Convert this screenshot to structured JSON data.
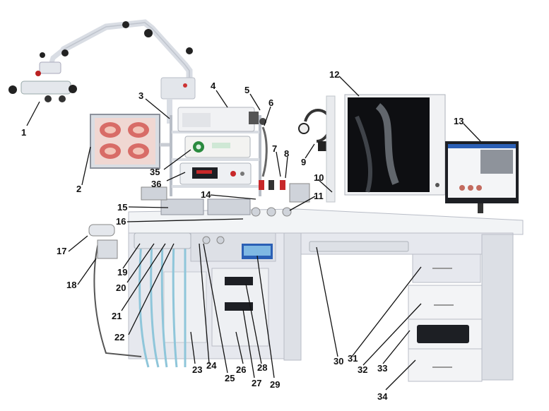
{
  "labels": [
    {
      "id": "1",
      "text": "1"
    },
    {
      "id": "2",
      "text": "2"
    },
    {
      "id": "3",
      "text": "3"
    },
    {
      "id": "4",
      "text": "4"
    },
    {
      "id": "5",
      "text": "5"
    },
    {
      "id": "6",
      "text": "6"
    },
    {
      "id": "7",
      "text": "7"
    },
    {
      "id": "8",
      "text": "8"
    },
    {
      "id": "9",
      "text": "9"
    },
    {
      "id": "10",
      "text": "10"
    },
    {
      "id": "11",
      "text": "11"
    },
    {
      "id": "12",
      "text": "12"
    },
    {
      "id": "13",
      "text": "13"
    },
    {
      "id": "14",
      "text": "14"
    },
    {
      "id": "15",
      "text": "15"
    },
    {
      "id": "16",
      "text": "16"
    },
    {
      "id": "17",
      "text": "17"
    },
    {
      "id": "18",
      "text": "18"
    },
    {
      "id": "19",
      "text": "19"
    },
    {
      "id": "20",
      "text": "20"
    },
    {
      "id": "21",
      "text": "21"
    },
    {
      "id": "22",
      "text": "22"
    },
    {
      "id": "23",
      "text": "23"
    },
    {
      "id": "24",
      "text": "24"
    },
    {
      "id": "25",
      "text": "25"
    },
    {
      "id": "26",
      "text": "26"
    },
    {
      "id": "27",
      "text": "27"
    },
    {
      "id": "28",
      "text": "28"
    },
    {
      "id": "29",
      "text": "29"
    },
    {
      "id": "30",
      "text": "30"
    },
    {
      "id": "31",
      "text": "31"
    },
    {
      "id": "32",
      "text": "32"
    },
    {
      "id": "33",
      "text": "33"
    },
    {
      "id": "34",
      "text": "34"
    },
    {
      "id": "35",
      "text": "35"
    },
    {
      "id": "36",
      "text": "36"
    }
  ],
  "colors": {
    "cabinet": "#e6e8ee",
    "cabinet_edge": "#b9bdc7",
    "desk_top": "#f2f4f6",
    "screen_dark": "#1d1f24",
    "monitor_blue": "#2b5fb5",
    "xray_bg": "#0e0f12",
    "hose_blue": "#8fc6da",
    "accent_red": "#c8282a",
    "accent_green": "#2a8a3e",
    "leader": "#111111"
  }
}
